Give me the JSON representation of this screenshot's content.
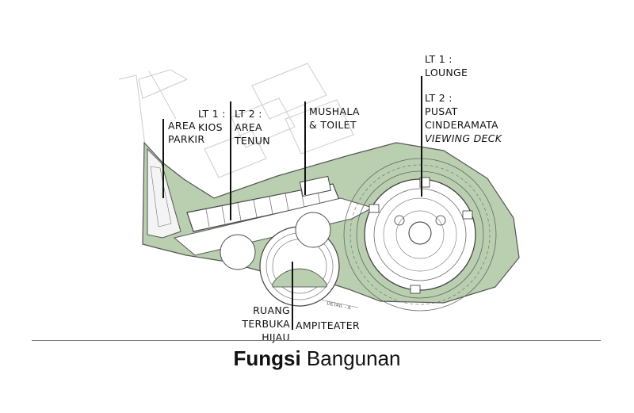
{
  "labels": {
    "lounge": {
      "lines": [
        "LT 1 :",
        "LOUNGE"
      ]
    },
    "pusat": {
      "lines": [
        "LT 2 :",
        "PUSAT",
        "CINDERAMATA"
      ],
      "extra_italic": "VIEWING DECK"
    },
    "mushala": {
      "lines": [
        "MUSHALA",
        "& TOILET"
      ]
    },
    "kios": {
      "lines": [
        "LT 1 :",
        "KIOS"
      ]
    },
    "tenun": {
      "lines": [
        "LT 2 :",
        "AREA",
        "TENUN"
      ]
    },
    "parkir": {
      "lines": [
        "AREA",
        "PARKIR"
      ]
    },
    "ruang": {
      "lines": [
        "RUANG",
        "TERBUKA",
        "HIJAU"
      ]
    },
    "ampiteater": {
      "lines": [
        "AMPITEATER"
      ]
    }
  },
  "plan_annotations": {
    "detail": "DETAIL - A"
  },
  "title": {
    "bold": "Fungsi",
    "rest": " Bangunan"
  },
  "colors": {
    "green": "#b9cfb0",
    "line": "#555555",
    "ink": "#111111",
    "ghost": "#cccccc"
  }
}
